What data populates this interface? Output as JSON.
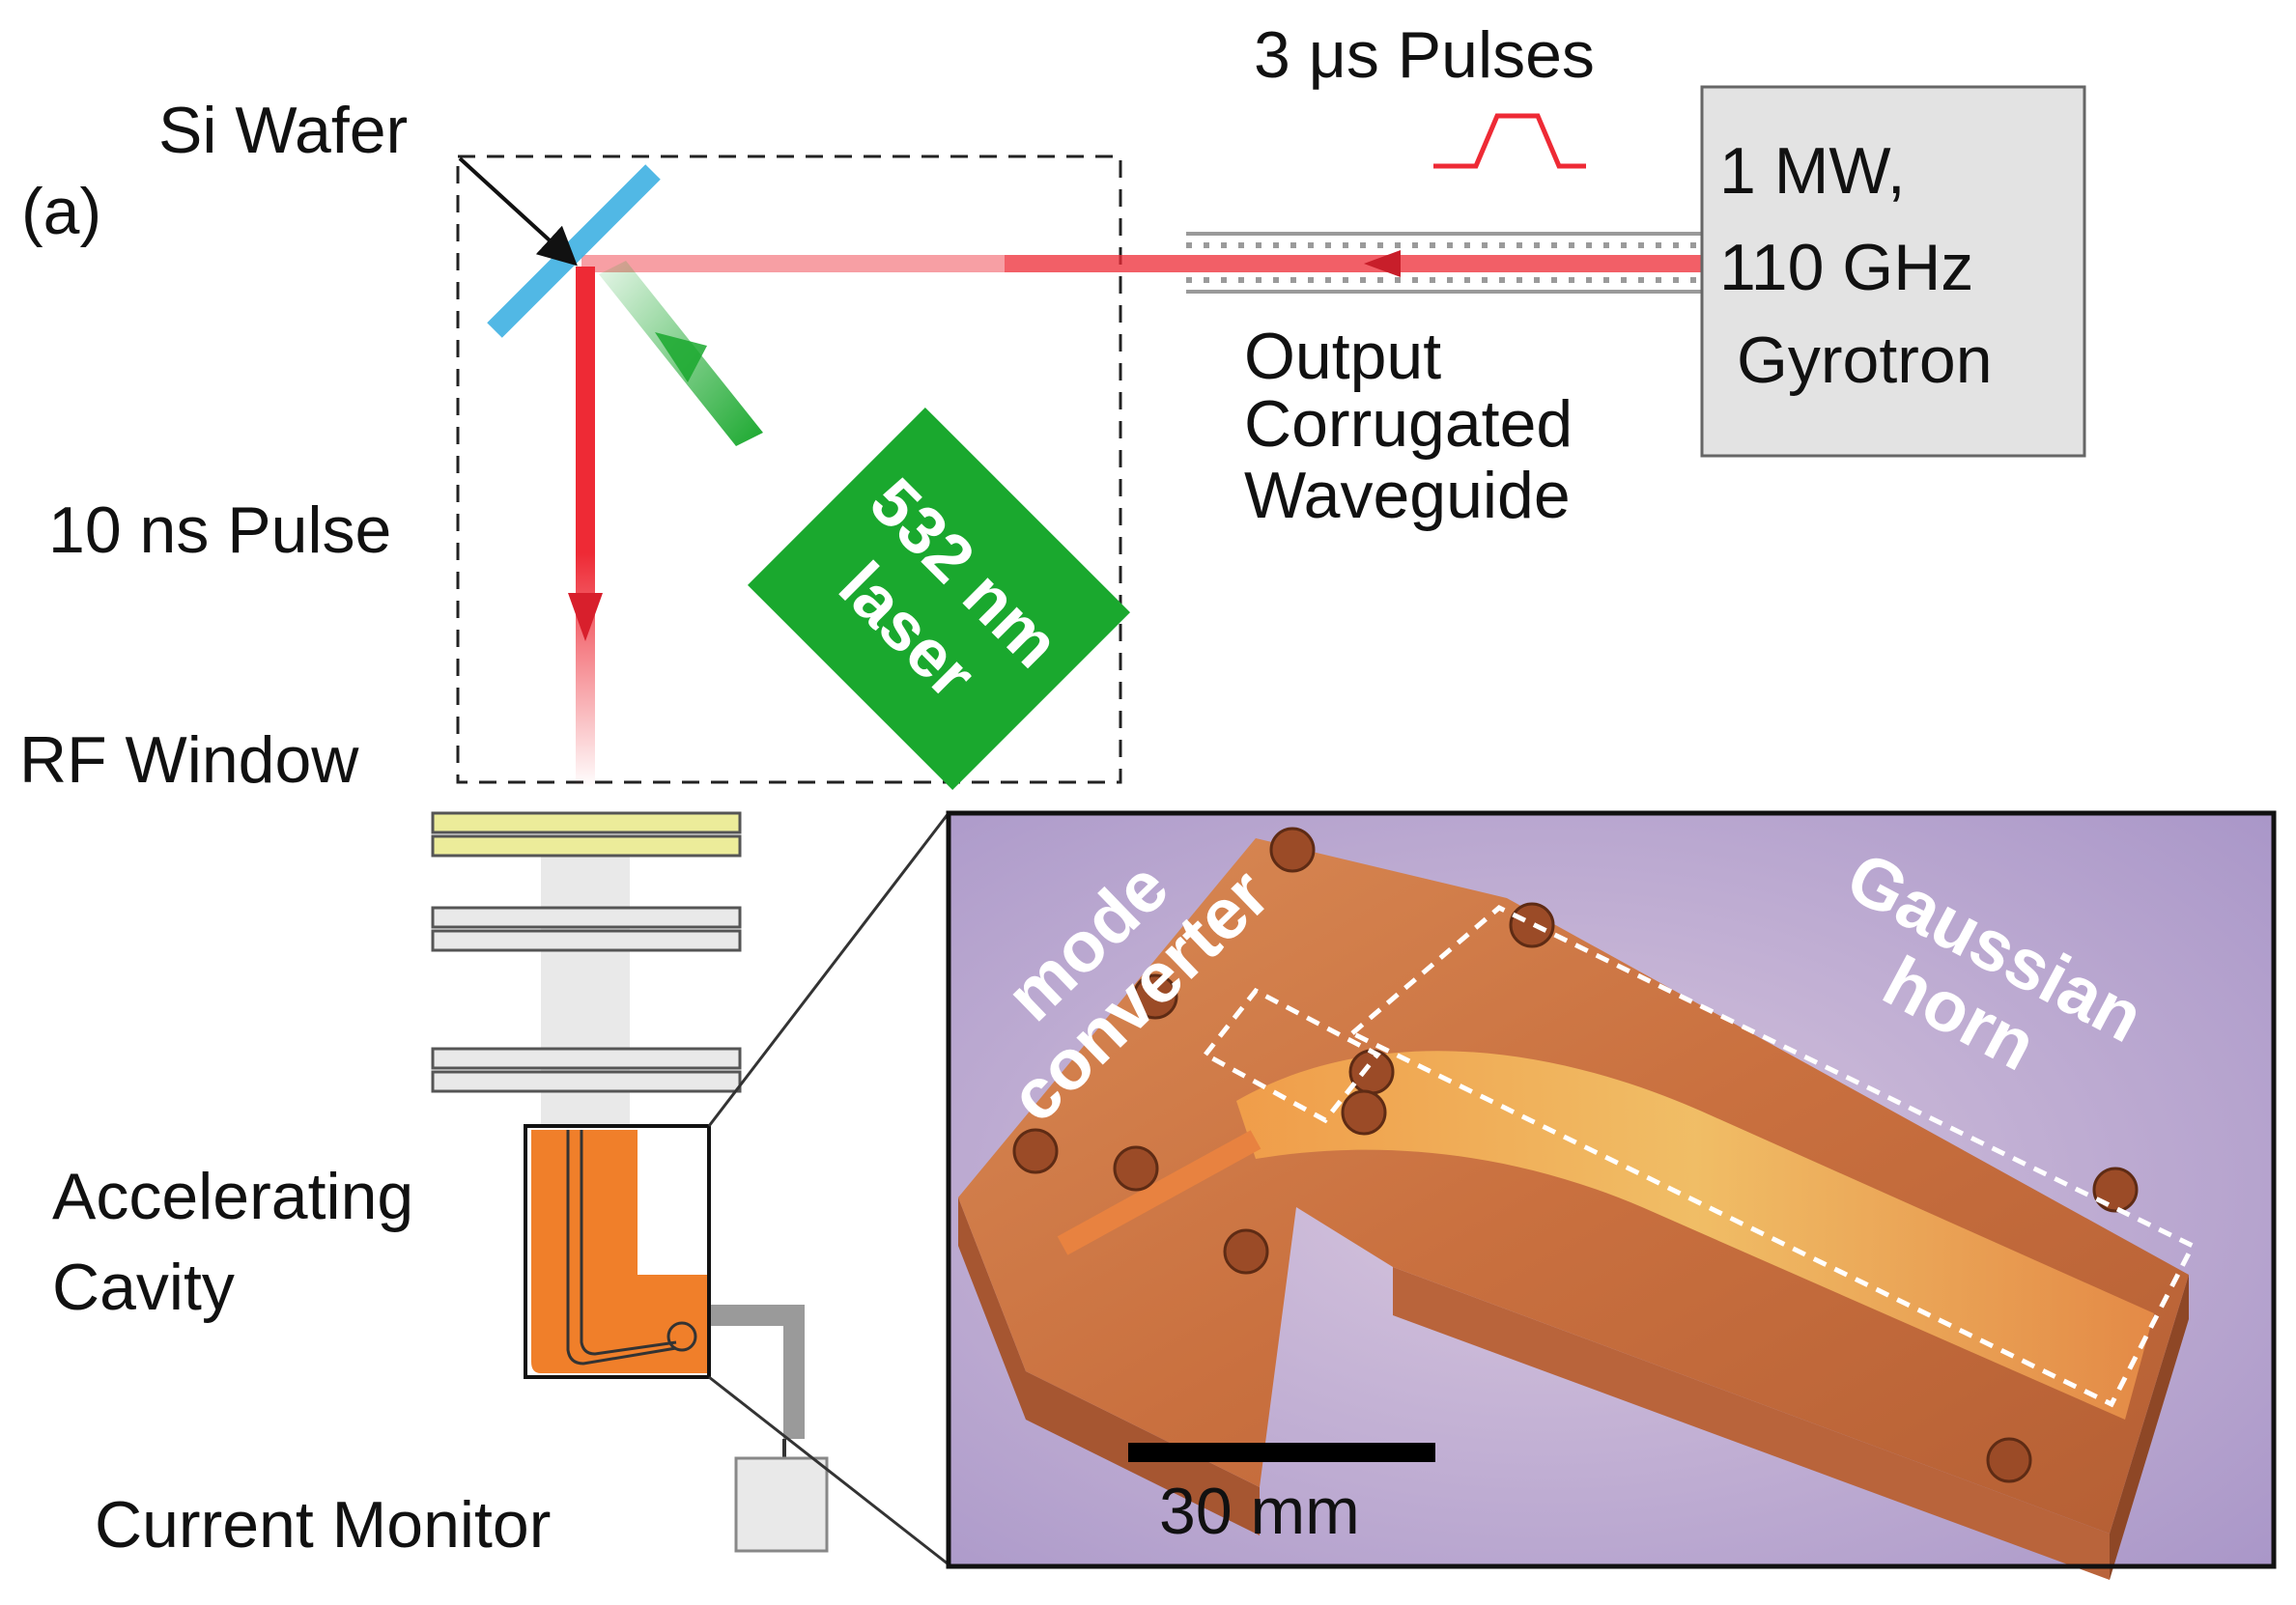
{
  "panel_label": "(a)",
  "labels": {
    "si_wafer": "Si Wafer",
    "pulses_3us": "3 μs Pulses",
    "pulse_10ns": "10 ns Pulse",
    "rf_window": "RF Window",
    "waveguide_line1": "Output",
    "waveguide_line2": "Corrugated",
    "waveguide_line3": "Waveguide",
    "cavity_line1": "Accelerating",
    "cavity_line2": "Cavity",
    "current_monitor": "Current Monitor"
  },
  "gyrotron": {
    "line1": "1 MW,",
    "line2": "110 GHz",
    "line3": "Gyrotron"
  },
  "laser": {
    "line1": "532 nm",
    "line2": "laser"
  },
  "photo": {
    "mode_line1": "mode",
    "mode_line2": "converter",
    "horn_line1": "Gaussian",
    "horn_line2": "horn",
    "scale_label": "30 mm"
  },
  "colors": {
    "beam_red": "#ee2a35",
    "laser_green": "#1aa82e",
    "wafer_blue": "#3fb1e3",
    "copper": "#c8703f",
    "cavity_orange": "#f07f2a",
    "window_yellow": "#ecec9a",
    "gyrotron_gray": "#e3e3e3"
  }
}
